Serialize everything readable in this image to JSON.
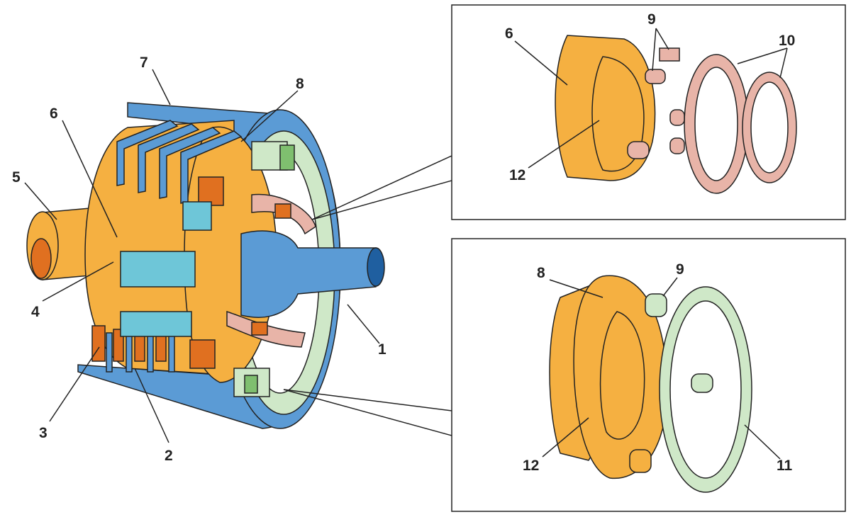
{
  "colors": {
    "housing_blue": "#5b9bd5",
    "plate_orange": "#f5b041",
    "dark_orange": "#e07020",
    "seal_pink": "#e8b4a8",
    "ring_green": "#cfe8c8",
    "spring_teal": "#6ec6d8"
  },
  "main_view": {
    "callouts": [
      "1",
      "2",
      "3",
      "4",
      "5",
      "6",
      "7",
      "8"
    ]
  },
  "inset_top": {
    "callouts": [
      "6",
      "9",
      "10",
      "12"
    ]
  },
  "inset_bottom": {
    "callouts": [
      "8",
      "9",
      "12",
      "11"
    ]
  }
}
